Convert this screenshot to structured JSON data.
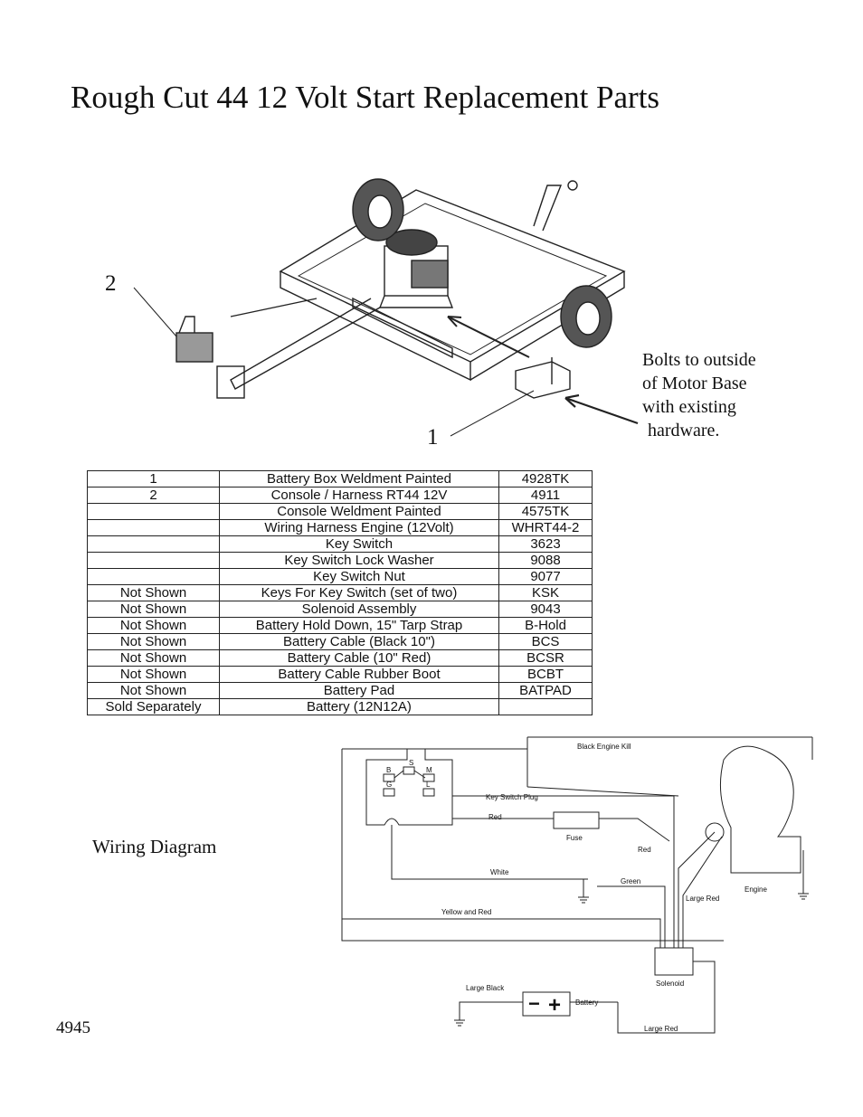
{
  "page": {
    "title": "Rough Cut 44 12 Volt Start Replacement Parts",
    "doc_number": "4945"
  },
  "illustration": {
    "callout_1": "1",
    "callout_2": "2",
    "note_lines": [
      "Bolts to outside",
      "of Motor Base",
      "with existing",
      "hardware."
    ]
  },
  "parts_table": {
    "rows": [
      {
        "ref": "1",
        "description": "Battery Box Weldment Painted",
        "part_no": "4928TK"
      },
      {
        "ref": "2",
        "description": "Console / Harness RT44 12V",
        "part_no": "4911"
      },
      {
        "ref": "",
        "description": "Console Weldment Painted",
        "part_no": "4575TK"
      },
      {
        "ref": "",
        "description": "Wiring Harness Engine (12Volt)",
        "part_no": "WHRT44-2"
      },
      {
        "ref": "",
        "description": "Key Switch",
        "part_no": "3623"
      },
      {
        "ref": "",
        "description": "Key Switch Lock Washer",
        "part_no": "9088"
      },
      {
        "ref": "",
        "description": "Key Switch Nut",
        "part_no": "9077"
      },
      {
        "ref": "Not Shown",
        "description": "Keys For Key Switch (set of two)",
        "part_no": "KSK"
      },
      {
        "ref": "Not Shown",
        "description": "Solenoid Assembly",
        "part_no": "9043"
      },
      {
        "ref": "Not Shown",
        "description": "Battery Hold Down, 15\" Tarp Strap",
        "part_no": "B-Hold"
      },
      {
        "ref": "Not Shown",
        "description": "Battery Cable (Black 10\")",
        "part_no": "BCS"
      },
      {
        "ref": "Not Shown",
        "description": "Battery Cable (10\" Red)",
        "part_no": "BCSR"
      },
      {
        "ref": "Not Shown",
        "description": "Battery Cable Rubber Boot",
        "part_no": "BCBT"
      },
      {
        "ref": "Not Shown",
        "description": "Battery Pad",
        "part_no": "BATPAD"
      },
      {
        "ref": "Sold Separately",
        "description": "Battery (12N12A)",
        "part_no": ""
      }
    ]
  },
  "wiring_diagram": {
    "label": "Wiring Diagram",
    "wires": {
      "black_engine_kill": "Black Engine Kill",
      "key_switch_plug": "Key Switch Plug",
      "red_top": "Red",
      "fuse": "Fuse",
      "red_right": "Red",
      "white": "White",
      "green": "Green",
      "large_red_mid": "Large Red",
      "engine": "Engine",
      "yellow_and_red": "Yellow and Red",
      "solenoid": "Solenoid",
      "large_black": "Large Black",
      "battery": "Battery",
      "large_red_bottom": "Large Red"
    },
    "switch_terminals": {
      "b": "B",
      "s": "S",
      "m": "M",
      "g": "G",
      "l": "L"
    },
    "battery_terminals": {
      "neg": "−",
      "pos": "+"
    }
  }
}
